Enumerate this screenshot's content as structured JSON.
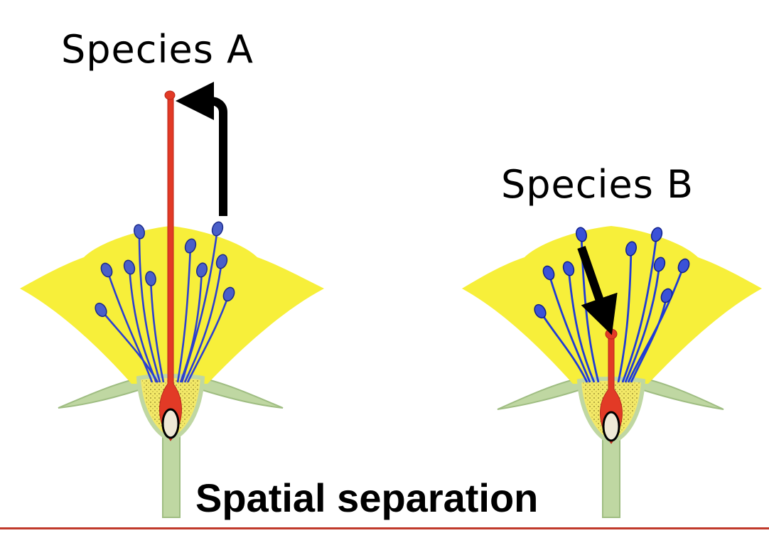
{
  "species_a": {
    "label": "Species A"
  },
  "species_b": {
    "label": "Species B"
  },
  "caption": "Spatial separation",
  "colors": {
    "petal": "#f7ef3a",
    "receptacle": "#f3e968",
    "stem": "#bfd7a2",
    "pistil": "#e23a26",
    "stamen": "#2b3fd0",
    "ovule": "#efe9d6",
    "arrow": "#000000",
    "rule": "#c0392b"
  }
}
